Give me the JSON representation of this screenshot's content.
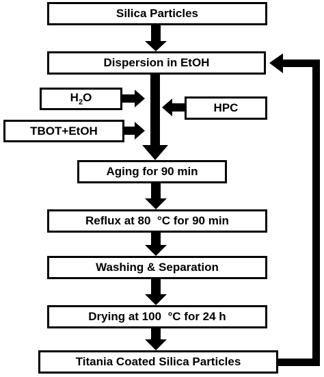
{
  "diagram": {
    "steps": {
      "silica": "Silica Particles",
      "dispersion": "Dispersion in EtOH",
      "aging": "Aging for 90 min",
      "reflux": "Reflux at 80  °C for 90 min",
      "washing": "Washing & Separation",
      "drying": "Drying at 100  °C for 24 h",
      "titania": "Titania Coated Silica Particles"
    },
    "inputs": {
      "h2o_base": "H",
      "h2o_sub": "2",
      "h2o_tail": "O",
      "tbot": "TBOT+EtOH",
      "hpc": "HPC"
    },
    "colors": {
      "stroke": "#000000",
      "fill": "#ffffff"
    }
  }
}
